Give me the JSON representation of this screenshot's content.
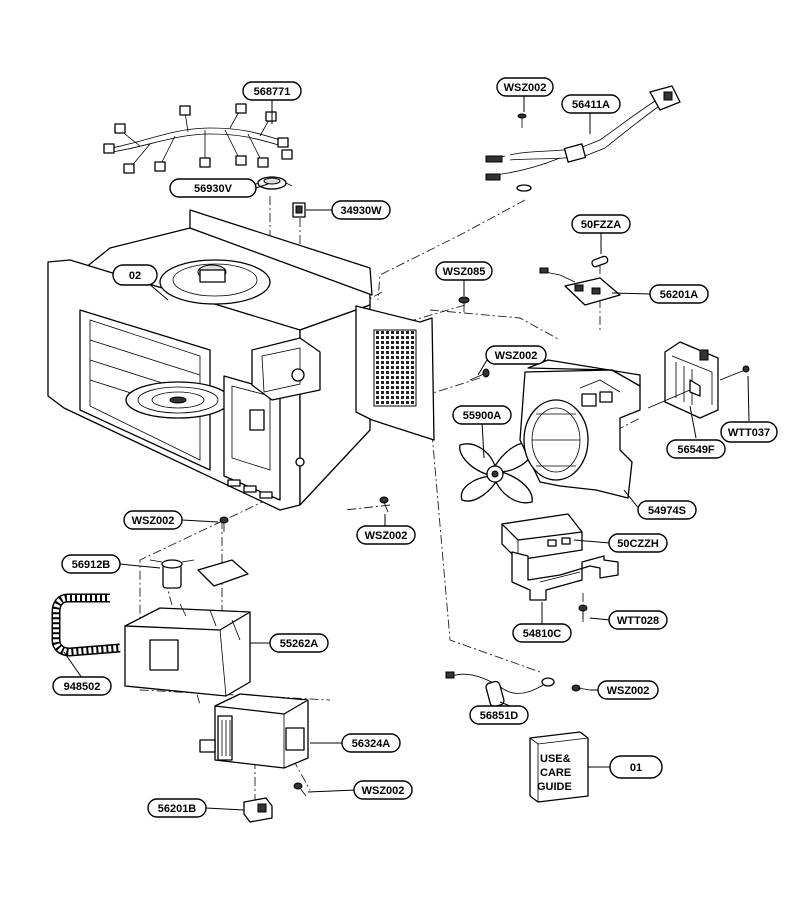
{
  "parts": {
    "p568771": "568771",
    "p56930V": "56930V",
    "p34930W": "34930W",
    "p02": "02",
    "pWSZ002_top": "WSZ002",
    "p56411A": "56411A",
    "p50FZZA": "50FZZA",
    "pWSZ085": "WSZ085",
    "p56201A": "56201A",
    "pWSZ002_mid": "WSZ002",
    "p55900A": "55900A",
    "pWTT037": "WTT037",
    "p56549F": "56549F",
    "p54974S": "54974S",
    "pWSZ002_left": "WSZ002",
    "pWSZ002_center": "WSZ002",
    "p50CZZH": "50CZZH",
    "p56912B": "56912B",
    "p55262A": "55262A",
    "p54810C": "54810C",
    "pWTT028": "WTT028",
    "p948502": "948502",
    "pWSZ002_right": "WSZ002",
    "p56851D": "56851D",
    "p56324A": "56324A",
    "p01": "01",
    "pWSZ002_bottom": "WSZ002",
    "p56201B": "56201B"
  },
  "manual": {
    "line1": "USE&",
    "line2": "CARE",
    "line3": "GUIDE"
  }
}
